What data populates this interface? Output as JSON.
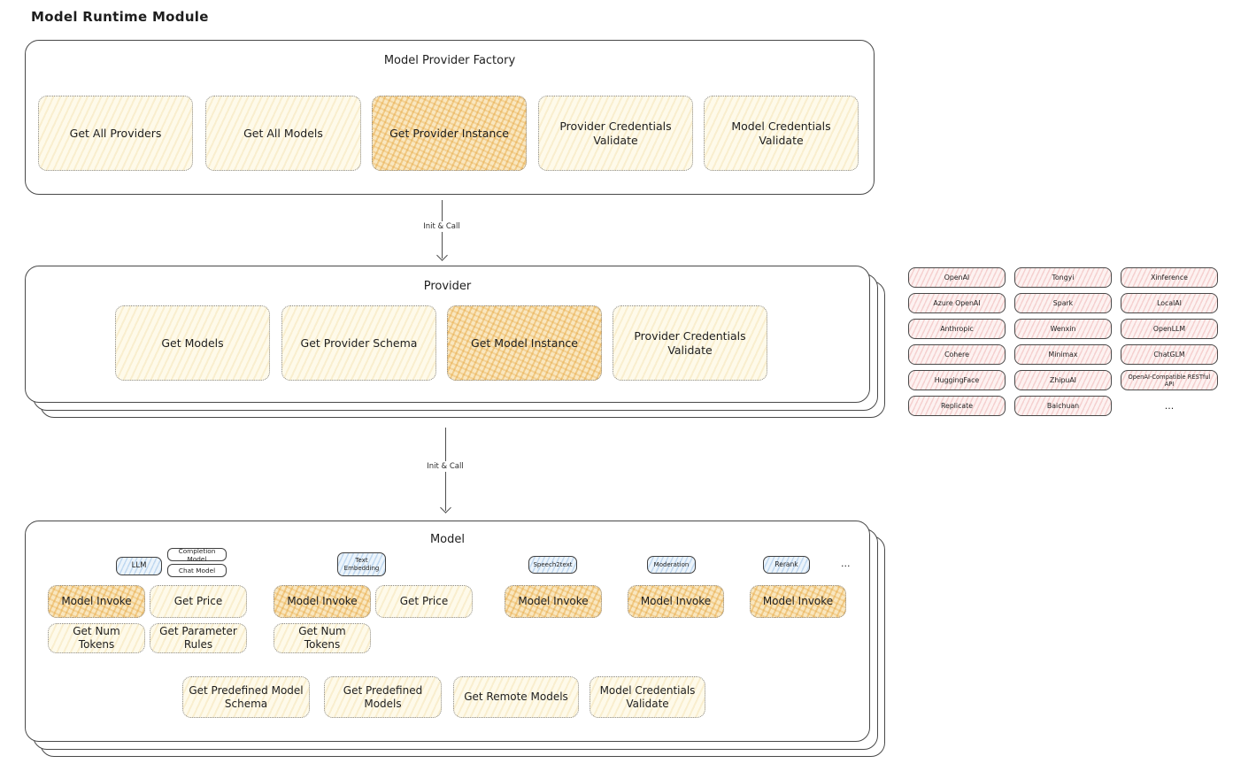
{
  "page_title": "Model Runtime Module",
  "factory": {
    "title": "Model Provider Factory",
    "buttons": [
      "Get All Providers",
      "Get All Models",
      "Get Provider Instance",
      "Provider Credentials Validate",
      "Model Credentials Validate"
    ]
  },
  "arrow1_label": "Init & Call",
  "arrow2_label": "Init & Call",
  "provider": {
    "title": "Provider",
    "buttons": [
      "Get Models",
      "Get Provider Schema",
      "Get Model Instance",
      "Provider Credentials Validate"
    ]
  },
  "providers_grid": {
    "items": [
      "OpenAI",
      "Tongyi",
      "Xinference",
      "Azure OpenAI",
      "Spark",
      "LocalAI",
      "Anthropic",
      "Wenxin",
      "OpenLLM",
      "Cohere",
      "Minimax",
      "ChatGLM",
      "HuggingFace",
      "ZhipuAI",
      "OpenAI-Compatible RESTful API",
      "Replicate",
      "Baichuan"
    ],
    "more": "..."
  },
  "model": {
    "title": "Model",
    "tabs": {
      "llm": "LLM",
      "completion_model": "Completion Model",
      "chat_model": "Chat Model",
      "text_embedding": "Text Embedding",
      "speech2text": "Speech2text",
      "moderation": "Moderation",
      "rerank": "Rerank",
      "more": "..."
    },
    "buttons": {
      "llm_model_invoke": "Model Invoke",
      "llm_get_price": "Get Price",
      "llm_get_num_tokens": "Get Num Tokens",
      "llm_get_parameter_rules": "Get Parameter Rules",
      "te_model_invoke": "Model Invoke",
      "te_get_price": "Get Price",
      "te_get_num_tokens": "Get Num Tokens",
      "s2t_model_invoke": "Model Invoke",
      "mod_model_invoke": "Model Invoke",
      "rerank_model_invoke": "Model Invoke",
      "get_predefined_model_schema": "Get Predefined Model Schema",
      "get_predefined_models": "Get Predefined Models",
      "get_remote_models": "Get Remote Models",
      "model_credentials_validate": "Model Credentials Validate"
    }
  },
  "colors": {
    "highlight_orange": "#f0b457",
    "light_yellow": "#fbf3d8",
    "provider_pink": "#f7d4d2",
    "tab_blue": "#bcd9f1",
    "border_dark": "#494949"
  }
}
